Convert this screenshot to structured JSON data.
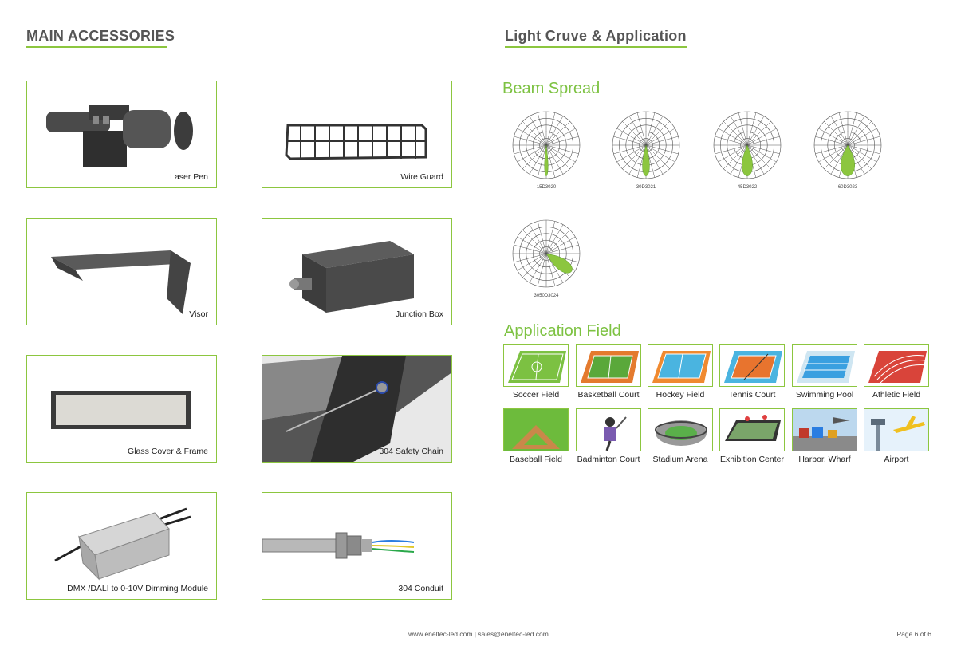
{
  "left_section": {
    "title": "MAIN ACCESSORIES"
  },
  "right_section": {
    "title": "Light Cruve & Application",
    "beam_spread_title": "Beam Spread",
    "application_title": "Application Field"
  },
  "accessories": [
    {
      "label": "Laser Pen"
    },
    {
      "label": "Wire Guard"
    },
    {
      "label": "Visor"
    },
    {
      "label": "Junction Box"
    },
    {
      "label": "Glass Cover & Frame"
    },
    {
      "label": "304 Safety Chain"
    },
    {
      "label": "DMX /DALI to 0-10V Dimming Module"
    },
    {
      "label": "304 Conduit"
    }
  ],
  "beam_curves": [
    {
      "code": "15D3020",
      "beam_angle_deg": 15
    },
    {
      "code": "30D3021",
      "beam_angle_deg": 30
    },
    {
      "code": "45D3022",
      "beam_angle_deg": 45
    },
    {
      "code": "60D3023",
      "beam_angle_deg": 60
    },
    {
      "code": "3050D3024",
      "beam_angle_deg": 50,
      "asymmetric": true
    }
  ],
  "applications": [
    {
      "label": "Soccer Field",
      "icon": "soccer-field-icon"
    },
    {
      "label": "Basketball Court",
      "icon": "basketball-court-icon"
    },
    {
      "label": "Hockey Field",
      "icon": "hockey-field-icon"
    },
    {
      "label": "Tennis Court",
      "icon": "tennis-court-icon"
    },
    {
      "label": "Swimming Pool",
      "icon": "swimming-pool-icon"
    },
    {
      "label": "Athletic Field",
      "icon": "athletic-field-icon"
    },
    {
      "label": "Baseball Field",
      "icon": "baseball-field-icon"
    },
    {
      "label": "Badminton Court",
      "icon": "badminton-court-icon"
    },
    {
      "label": "Stadium Arena",
      "icon": "stadium-arena-icon"
    },
    {
      "label": "Exhibition Center",
      "icon": "exhibition-center-icon"
    },
    {
      "label": "Harbor, Wharf",
      "icon": "harbor-wharf-icon"
    },
    {
      "label": "Airport",
      "icon": "airport-icon"
    }
  ],
  "footer": {
    "contact": "www.eneltec-led.com | sales@eneltec-led.com",
    "page": "Page 6 of 6"
  },
  "colors": {
    "accent": "#8cc63f",
    "heading": "#7dc242"
  }
}
